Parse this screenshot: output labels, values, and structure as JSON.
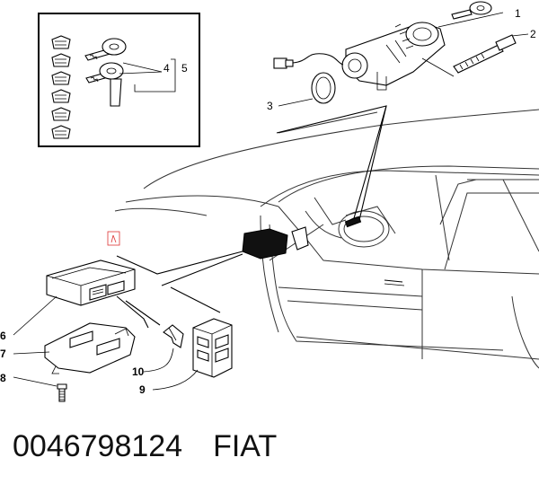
{
  "callouts": {
    "c1": "1",
    "c2": "2",
    "c3": "3",
    "c4": "4",
    "c5": "5",
    "c6": "6",
    "c7": "7",
    "c8": "8",
    "c9": "9",
    "c10": "10"
  },
  "caption": {
    "part_number": "0046798124",
    "brand": "FIAT"
  }
}
